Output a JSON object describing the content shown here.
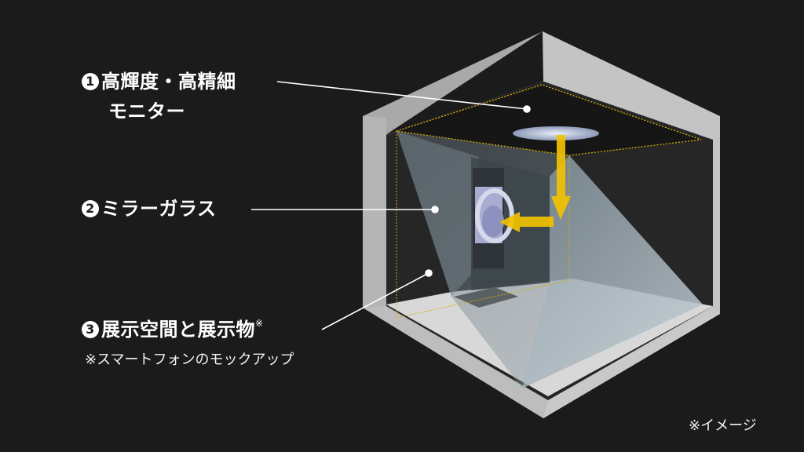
{
  "labels": [
    {
      "number": "1",
      "text_line1": "高輝度・高精細",
      "text_line2": "モニター"
    },
    {
      "number": "2",
      "text": "ミラーガラス"
    },
    {
      "number": "3",
      "text": "展示空間と展示物",
      "mark": "※"
    }
  ],
  "footnote": "※スマートフォンのモックアップ",
  "image_note": "※イメージ",
  "colors": {
    "background": "#1b1b1b",
    "frame_light": "#c4c4c4",
    "frame_mid": "#a9a9a9",
    "interior_dark": "#262626",
    "ceiling": "#1a1a1a",
    "floor": "#d8d8d8",
    "glass": "#9fb0ba",
    "arrow_yellow": "#f2c200",
    "dotted_outline": "#d6b000",
    "text": "#ffffff"
  },
  "diagram": {
    "components": [
      "high-brightness monitor (ceiling)",
      "mirror glass (angled)",
      "exhibit space with smartphone mockup"
    ],
    "light_path": [
      "down from monitor",
      "reflected horizontally toward viewer"
    ]
  }
}
